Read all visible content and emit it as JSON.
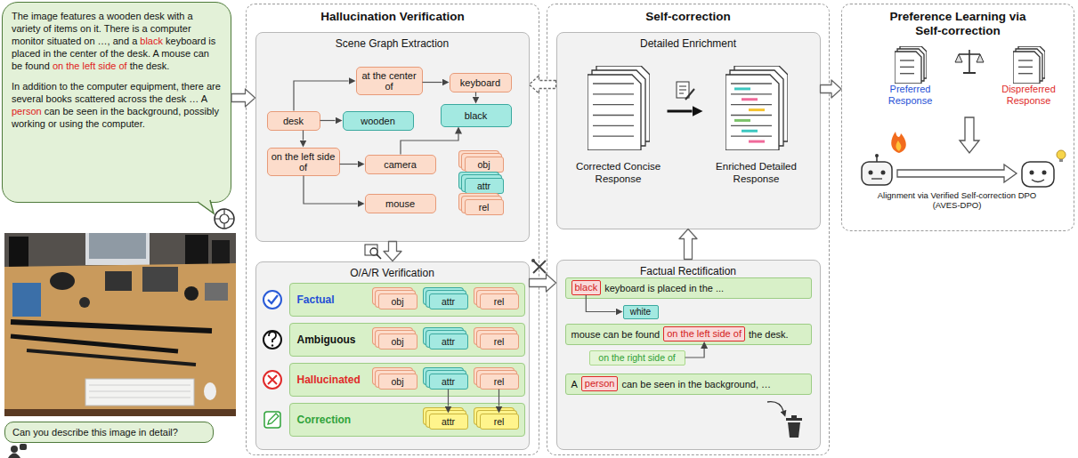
{
  "diagram": {
    "nodes": [
      {
        "text": [
          "The image features a wooden desk with a variety of items on it. There is a computer monitor situated on …, and a",
          "black",
          "keyboard is placed in the center of the desk. A mouse can be found",
          "on the left side of",
          "the desk.",
          "In addition to the computer equipment, there are several books scattered across the desk … A",
          "person",
          "can be seen in the background, possibly working or using the computer."
        ]
      },
      {
        "text": [
          "Can you describe this image in detail?"
        ]
      },
      {
        "text": [
          "Hallucination Verification"
        ]
      },
      {
        "text": [
          "Scene Graph Extraction"
        ],
        "in": 2
      },
      {
        "text": [
          "desk"
        ],
        "in": 3
      },
      {
        "text": [
          "at the center of"
        ],
        "in": 3
      },
      {
        "text": [
          "keyboard"
        ],
        "in": 3
      },
      {
        "text": [
          "wooden"
        ],
        "in": 3
      },
      {
        "text": [
          "black"
        ],
        "in": 3
      },
      {
        "text": [
          "on the left side of"
        ],
        "in": 3
      },
      {
        "text": [
          "camera"
        ],
        "in": 3
      },
      {
        "text": [
          "mouse"
        ],
        "in": 3
      },
      {
        "text": [
          "obj"
        ],
        "in": 3
      },
      {
        "text": [
          "attr"
        ],
        "in": 3
      },
      {
        "text": [
          "rel"
        ],
        "in": 3
      },
      {
        "text": [
          "O/A/R Verification"
        ],
        "in": 2
      },
      {
        "text": [
          "Factual"
        ],
        "in": 15
      },
      {
        "text": [
          "obj"
        ],
        "in": 16
      },
      {
        "text": [
          "attr"
        ],
        "in": 16
      },
      {
        "text": [
          "rel"
        ],
        "in": 16
      },
      {
        "text": [
          "Ambiguous"
        ],
        "in": 15
      },
      {
        "text": [
          "obj"
        ],
        "in": 20
      },
      {
        "text": [
          "attr"
        ],
        "in": 20
      },
      {
        "text": [
          "rel"
        ],
        "in": 20
      },
      {
        "text": [
          "Hallucinated"
        ],
        "in": 15
      },
      {
        "text": [
          "obj"
        ],
        "in": 24
      },
      {
        "text": [
          "attr"
        ],
        "in": 24
      },
      {
        "text": [
          "rel"
        ],
        "in": 24
      },
      {
        "text": [
          "Correction"
        ],
        "in": 15
      },
      {
        "text": [
          "attr"
        ],
        "in": 28
      },
      {
        "text": [
          "rel"
        ],
        "in": 28
      },
      {
        "text": [
          "Self-correction"
        ]
      },
      {
        "text": [
          "Detailed Enrichment"
        ],
        "in": 31
      },
      {
        "text": [
          "Corrected Concise Response"
        ],
        "in": 32
      },
      {
        "text": [
          "Enriched Detailed Response"
        ],
        "in": 32
      },
      {
        "text": [
          "Factual Rectification"
        ],
        "in": 31
      },
      {
        "text": [
          "keyboard is placed in the ..."
        ],
        "in": 35
      },
      {
        "text": [
          "black"
        ],
        "in": 36
      },
      {
        "text": [
          "white"
        ],
        "in": 35
      },
      {
        "text": [
          "mouse can be found",
          "the desk."
        ],
        "in": 35
      },
      {
        "text": [
          "on the left side of"
        ],
        "in": 39
      },
      {
        "text": [
          "on the right side of"
        ],
        "in": 35
      },
      {
        "text": [
          "A",
          "can be seen in the background, …"
        ],
        "in": 35
      },
      {
        "text": [
          "person"
        ],
        "in": 42
      },
      {
        "text": [
          "Preference Learning via Self-correction"
        ]
      },
      {
        "text": [
          "Preferred Response"
        ],
        "in": 44
      },
      {
        "text": [
          "Dispreferred Response"
        ],
        "in": 44
      }
    ],
    "edges": [
      {
        "from": 0,
        "to": 3,
        "arrow": "to"
      },
      {
        "from": 4,
        "to": 5,
        "arrow": "to"
      },
      {
        "from": 5,
        "to": 6,
        "arrow": "to"
      },
      {
        "from": 4,
        "to": 7,
        "arrow": "to"
      },
      {
        "from": 6,
        "to": 8,
        "arrow": "to"
      },
      {
        "from": 4,
        "to": 9,
        "arrow": "to"
      },
      {
        "from": 9,
        "to": 10,
        "arrow": "to"
      },
      {
        "from": 9,
        "to": 11,
        "arrow": "to"
      },
      {
        "from": 10,
        "to": 8,
        "arrow": "to"
      },
      {
        "from": 3,
        "to": 15,
        "arrow": "to"
      },
      {
        "from": 26,
        "to": 29,
        "arrow": "to"
      },
      {
        "from": 27,
        "to": 30,
        "arrow": "to"
      },
      {
        "from": 15,
        "to": 35,
        "arrow": "to"
      },
      {
        "from": 35,
        "to": 32,
        "arrow": "to"
      },
      {
        "from": 32,
        "to": 3,
        "arrow": "to"
      },
      {
        "from": 33,
        "to": 34,
        "arrow": "to"
      },
      {
        "from": 37,
        "to": 38,
        "arrow": "to"
      },
      {
        "from": 41,
        "to": 40,
        "arrow": "to"
      },
      {
        "from": 32,
        "to": 44,
        "arrow": "to"
      }
    ],
    "labels": [
      "Alignment via Verified Self-correction DPO (AVES-DPO)"
    ]
  }
}
